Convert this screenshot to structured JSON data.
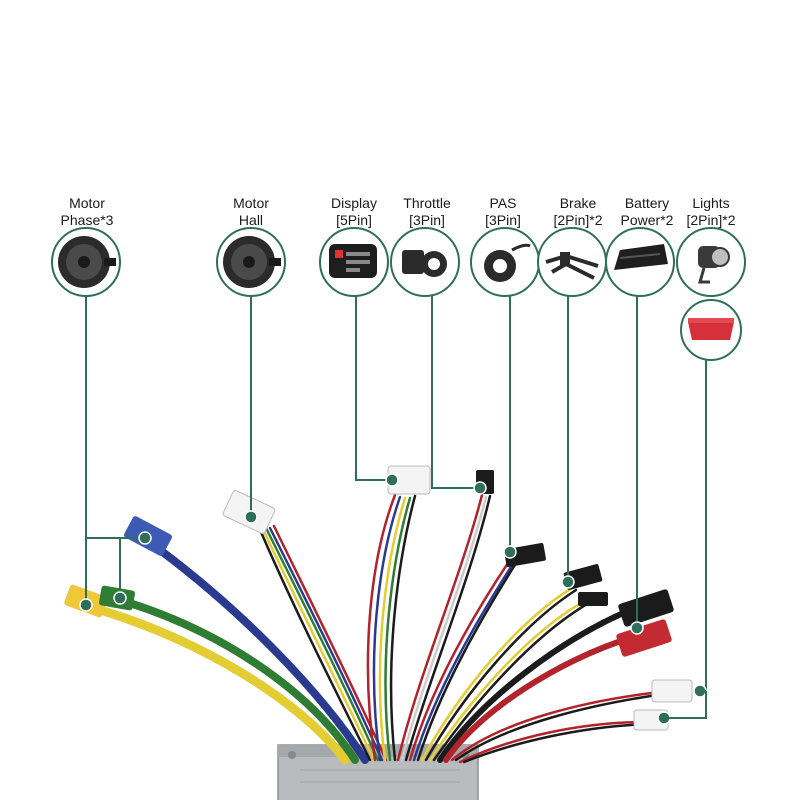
{
  "labels": {
    "motor_phase": {
      "line1": "Motor",
      "line2": "Phase*3"
    },
    "motor_hall": {
      "line1": "Motor",
      "line2": "Hall"
    },
    "display": {
      "line1": "Display",
      "line2": "[5Pin]"
    },
    "throttle": {
      "line1": "Throttle",
      "line2": "[3Pin]"
    },
    "pas": {
      "line1": "PAS",
      "line2": "[3Pin]"
    },
    "brake": {
      "line1": "Brake",
      "line2": "[2Pin]*2"
    },
    "battery": {
      "line1": "Battery",
      "line2": "Power*2"
    },
    "lights": {
      "line1": "Lights",
      "line2": "[2Pin]*2"
    }
  },
  "colors": {
    "leader": "#2f6e5a",
    "controller_body": "#b9bcbf",
    "wire_blue": "#2a3b8f",
    "wire_yellow": "#e4cc33",
    "wire_green": "#2e7d32",
    "wire_red": "#b3232b",
    "wire_black": "#1b1b1b"
  },
  "icons": [
    "motor-hub-icon",
    "motor-hall-icon",
    "display-icon",
    "throttle-icon",
    "pas-sensor-icon",
    "brake-lever-icon",
    "battery-icon",
    "headlight-icon",
    "taillight-icon"
  ]
}
